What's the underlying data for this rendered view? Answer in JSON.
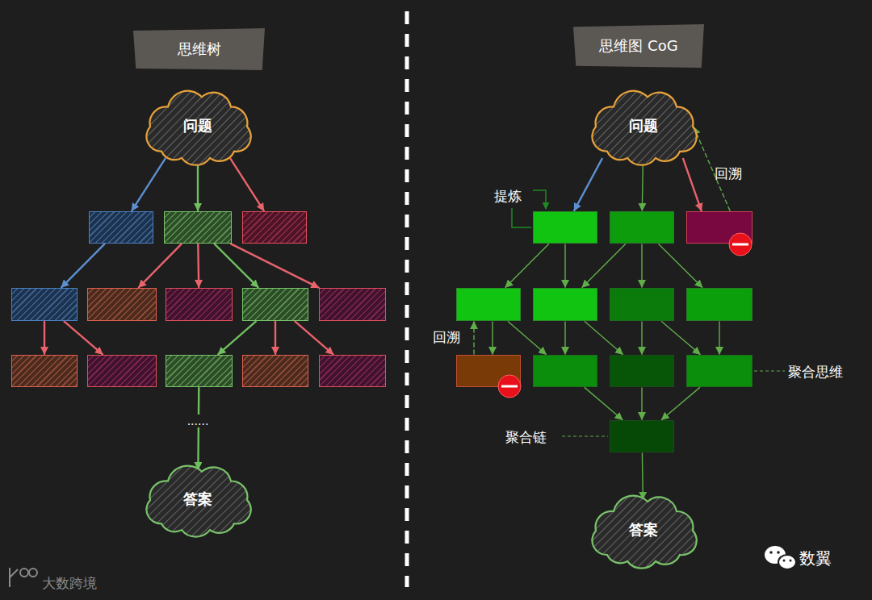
{
  "diagram": {
    "nodes": [
      {
        "text": [
          "思维树"
        ]
      },
      {
        "text": [
          "问题"
        ]
      },
      {
        "text": []
      },
      {
        "text": []
      },
      {
        "text": []
      },
      {
        "text": []
      },
      {
        "text": []
      },
      {
        "text": []
      },
      {
        "text": []
      },
      {
        "text": []
      },
      {
        "text": []
      },
      {
        "text": []
      },
      {
        "text": []
      },
      {
        "text": []
      },
      {
        "text": []
      },
      {
        "text": [
          "答案"
        ]
      },
      {
        "text": [
          "思维图 CoG"
        ]
      },
      {
        "text": [
          "问题"
        ]
      },
      {
        "text": []
      },
      {
        "text": []
      },
      {
        "text": []
      },
      {
        "text": []
      },
      {
        "text": []
      },
      {
        "text": []
      },
      {
        "text": []
      },
      {
        "text": []
      },
      {
        "text": []
      },
      {
        "text": []
      },
      {
        "text": []
      },
      {
        "text": []
      },
      {
        "text": [
          "答案"
        ]
      }
    ],
    "edges": [
      {
        "from": 1,
        "to": 2,
        "arrow": "to"
      },
      {
        "from": 1,
        "to": 3,
        "arrow": "to"
      },
      {
        "from": 1,
        "to": 4,
        "arrow": "to"
      },
      {
        "from": 2,
        "to": 5,
        "arrow": "to"
      },
      {
        "from": 3,
        "to": 6,
        "arrow": "to"
      },
      {
        "from": 3,
        "to": 7,
        "arrow": "to"
      },
      {
        "from": 3,
        "to": 8,
        "arrow": "to"
      },
      {
        "from": 3,
        "to": 9,
        "arrow": "to"
      },
      {
        "from": 5,
        "to": 10,
        "arrow": "to"
      },
      {
        "from": 5,
        "to": 11,
        "arrow": "to"
      },
      {
        "from": 8,
        "to": 12,
        "arrow": "to"
      },
      {
        "from": 8,
        "to": 13,
        "arrow": "to"
      },
      {
        "from": 8,
        "to": 14,
        "arrow": "to"
      },
      {
        "from": 12,
        "to": 15,
        "arrow": "to"
      },
      {
        "from": 17,
        "to": 18,
        "arrow": "to"
      },
      {
        "from": 17,
        "to": 19,
        "arrow": "to"
      },
      {
        "from": 17,
        "to": 20,
        "arrow": "to"
      },
      {
        "from": 20,
        "to": 17,
        "arrow": "to"
      },
      {
        "from": 18,
        "to": 21,
        "arrow": "to"
      },
      {
        "from": 18,
        "to": 22,
        "arrow": "to"
      },
      {
        "from": 19,
        "to": 22,
        "arrow": "to"
      },
      {
        "from": 19,
        "to": 23,
        "arrow": "to"
      },
      {
        "from": 19,
        "to": 24,
        "arrow": "to"
      },
      {
        "from": 21,
        "to": 25,
        "arrow": "to"
      },
      {
        "from": 25,
        "to": 21,
        "arrow": "to"
      },
      {
        "from": 21,
        "to": 26,
        "arrow": "to"
      },
      {
        "from": 22,
        "to": 26,
        "arrow": "to"
      },
      {
        "from": 22,
        "to": 27,
        "arrow": "to"
      },
      {
        "from": 23,
        "to": 27,
        "arrow": "to"
      },
      {
        "from": 23,
        "to": 28,
        "arrow": "to"
      },
      {
        "from": 24,
        "to": 28,
        "arrow": "to"
      },
      {
        "from": 26,
        "to": 29,
        "arrow": "to"
      },
      {
        "from": 27,
        "to": 29,
        "arrow": "to"
      },
      {
        "from": 28,
        "to": 29,
        "arrow": "to"
      },
      {
        "from": 29,
        "to": 30,
        "arrow": "to"
      }
    ],
    "labels": [
      "提炼",
      "回溯",
      "回溯",
      "聚合思维",
      "聚合链",
      "......",
      "大数跨境",
      "数翼"
    ]
  }
}
